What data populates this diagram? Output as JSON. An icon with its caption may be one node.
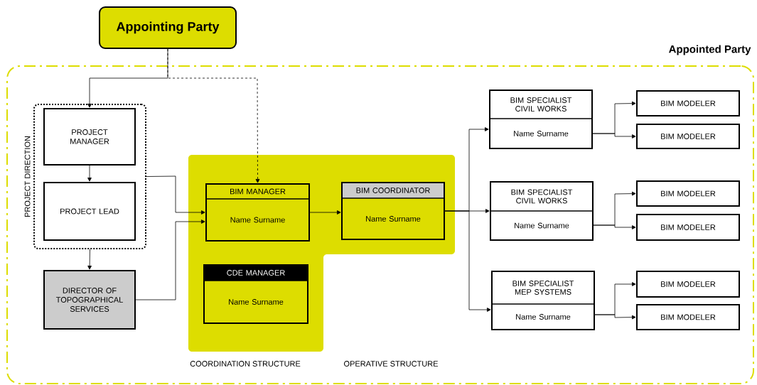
{
  "diagram": {
    "nodes": [
      {
        "text": [
          "Appointing Party"
        ]
      },
      {
        "text": [
          "Appointed Party"
        ]
      },
      {
        "text": [
          "PROJECT DIRECTION"
        ],
        "in": 1
      },
      {
        "text": [
          "PROJECT MANAGER"
        ],
        "in": 2
      },
      {
        "text": [
          "PROJECT LEAD"
        ],
        "in": 2
      },
      {
        "text": [
          "DIRECTOR OF TOPOGRAPHICAL SERVICES"
        ],
        "in": 1
      },
      {
        "text": [
          "BIM MANAGER",
          "Name Surname"
        ],
        "in": 1
      },
      {
        "text": [
          "BIM COORDINATOR",
          "Name Surname"
        ],
        "in": 1
      },
      {
        "text": [
          "CDE MANAGER",
          "Name Surname"
        ],
        "in": 1
      },
      {
        "text": [
          "BIM SPECIALIST CIVIL WORKS",
          "Name Surname"
        ],
        "in": 1
      },
      {
        "text": [
          "BIM SPECIALIST CIVIL WORKS",
          "Name Surname"
        ],
        "in": 1
      },
      {
        "text": [
          "BIM SPECIALIST MEP SYSTEMS",
          "Name Surname"
        ],
        "in": 1
      },
      {
        "text": [
          "BIM MODELER"
        ],
        "in": 1
      },
      {
        "text": [
          "BIM MODELER"
        ],
        "in": 1
      },
      {
        "text": [
          "BIM MODELER"
        ],
        "in": 1
      },
      {
        "text": [
          "BIM MODELER"
        ],
        "in": 1
      },
      {
        "text": [
          "BIM MODELER"
        ],
        "in": 1
      },
      {
        "text": [
          "BIM MODELER"
        ],
        "in": 1
      }
    ],
    "edges": [
      {
        "from": 0,
        "to": 3,
        "arrow": "to"
      },
      {
        "from": 0,
        "to": 6,
        "arrow": "to",
        "style": "dashed"
      },
      {
        "from": 3,
        "to": 4,
        "arrow": "to"
      },
      {
        "from": 2,
        "to": 5,
        "arrow": "to"
      },
      {
        "from": 2,
        "to": 6,
        "arrow": "to"
      },
      {
        "from": 5,
        "to": 6,
        "arrow": "to"
      },
      {
        "from": 6,
        "to": 7,
        "arrow": "to"
      },
      {
        "from": 7,
        "to": 9,
        "arrow": "to"
      },
      {
        "from": 7,
        "to": 10,
        "arrow": "to"
      },
      {
        "from": 7,
        "to": 11,
        "arrow": "to"
      },
      {
        "from": 9,
        "to": 12,
        "arrow": "to"
      },
      {
        "from": 9,
        "to": 13,
        "arrow": "to"
      },
      {
        "from": 10,
        "to": 14,
        "arrow": "to"
      },
      {
        "from": 10,
        "to": 15,
        "arrow": "to"
      },
      {
        "from": 11,
        "to": 16,
        "arrow": "to"
      },
      {
        "from": 11,
        "to": 17,
        "arrow": "to"
      }
    ],
    "labels": [
      "COORDINATION STRUCTURE",
      "OPERATIVE STRUCTURE"
    ]
  }
}
